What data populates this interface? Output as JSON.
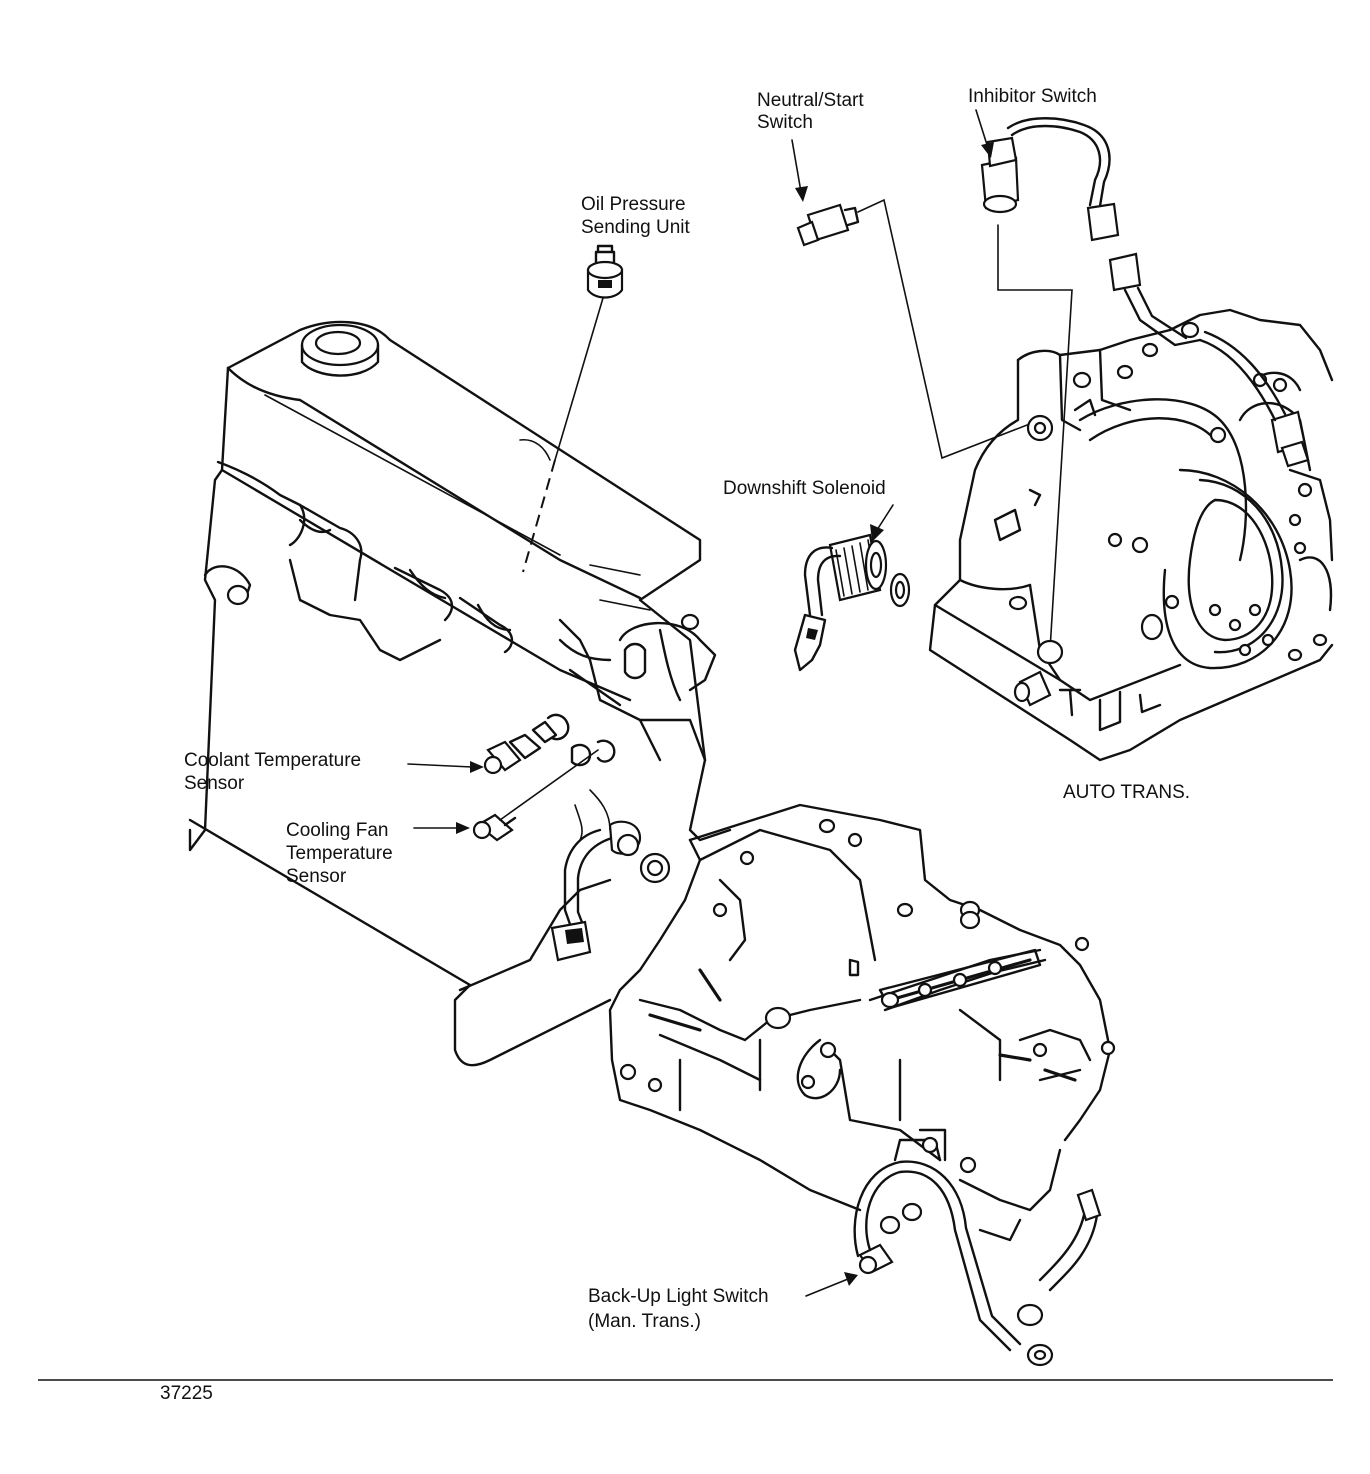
{
  "labels": {
    "oil_pressure_line1": "Oil Pressure",
    "oil_pressure_line2": "Sending Unit",
    "neutral_start_line1": "Neutral/Start",
    "neutral_start_line2": "Switch",
    "inhibitor_switch": "Inhibitor Switch",
    "downshift_solenoid": "Downshift Solenoid",
    "coolant_temp_line1": "Coolant Temperature",
    "coolant_temp_line2": "Sensor",
    "cooling_fan_line1": "Cooling Fan",
    "cooling_fan_line2": "Temperature",
    "cooling_fan_line3": "Sensor",
    "auto_trans": "AUTO  TRANS.",
    "backup_line1": "Back-Up Light Switch",
    "backup_line2": "(Man. Trans.)"
  },
  "figure_number": "37225"
}
